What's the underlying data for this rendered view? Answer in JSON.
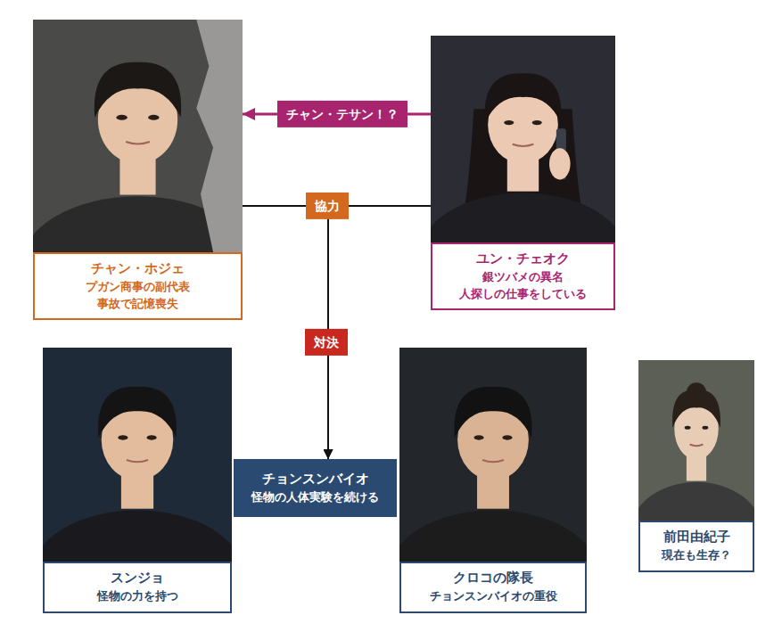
{
  "diagram": {
    "nodes": [
      {
        "text": [
          "チャン・ホジェ",
          "プガン商事の副代表",
          "事故で記憶喪失"
        ]
      },
      {
        "text": [
          "ユン・チェオク",
          "銀ツバメの異名",
          "人探しの仕事をしている"
        ]
      },
      {
        "text": [
          "チョンスンバイオ",
          "怪物の人体実験を続ける"
        ]
      },
      {
        "text": [
          "スンジョ",
          "怪物の力を持つ"
        ]
      },
      {
        "text": [
          "クロコの隊長",
          "チョンスンバイオの重役"
        ]
      },
      {
        "text": [
          "前田由紀子",
          "現在も生存？"
        ]
      }
    ],
    "edges": [
      {
        "from": 1,
        "to": 0,
        "arrow": "to",
        "label": "チャン・テサン！？"
      },
      {
        "from": 0,
        "to": 1,
        "arrow": "none",
        "label": "協力"
      },
      {
        "from": 0,
        "to": 2,
        "arrow": "to",
        "label": "対決"
      },
      {
        "from": 1,
        "to": 2,
        "arrow": "to"
      }
    ]
  }
}
